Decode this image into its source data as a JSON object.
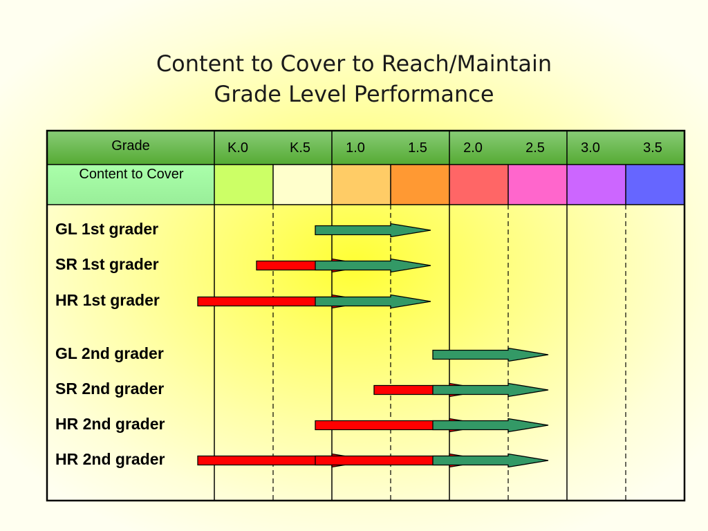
{
  "title": {
    "line1": "Content to Cover to Reach/Maintain",
    "line2": "Grade Level Performance"
  },
  "header": {
    "grade_label": "Grade",
    "content_label": "Content to Cover",
    "grades": [
      "K.0",
      "K.5",
      "1.0",
      "1.5",
      "2.0",
      "2.5",
      "3.0",
      "3.5"
    ],
    "band_colors": [
      "#ccff66",
      "#ffffcc",
      "#ffcc66",
      "#ff9933",
      "#ff6666",
      "#ff66cc",
      "#cc66ff",
      "#6666ff"
    ],
    "grade_header_color": "#66bb44"
  },
  "rows": [
    {
      "label": "GL 1st grader",
      "arrows": [
        {
          "from": "1.0",
          "to": "1.5",
          "color": "green"
        }
      ]
    },
    {
      "label": "SR 1st grader",
      "arrows": [
        {
          "from": "K.5",
          "to": "1.0",
          "color": "red"
        },
        {
          "from": "1.0",
          "to": "1.5",
          "color": "green"
        }
      ]
    },
    {
      "label": "HR 1st grader",
      "arrows": [
        {
          "from": "K.0",
          "to": "1.0",
          "color": "red"
        },
        {
          "from": "1.0",
          "to": "1.5",
          "color": "green"
        }
      ]
    },
    {
      "label": "GL 2nd grader",
      "arrows": [
        {
          "from": "2.0",
          "to": "2.5",
          "color": "green"
        }
      ]
    },
    {
      "label": "SR 2nd grader",
      "arrows": [
        {
          "from": "1.5",
          "to": "2.0",
          "color": "red"
        },
        {
          "from": "2.0",
          "to": "2.5",
          "color": "green"
        }
      ]
    },
    {
      "label": "HR 2nd grader",
      "arrows": [
        {
          "from": "1.0",
          "to": "2.0",
          "color": "red"
        },
        {
          "from": "2.0",
          "to": "2.5",
          "color": "green"
        }
      ]
    },
    {
      "label": "HR 2nd grader",
      "arrows": [
        {
          "from": "K.0",
          "to": "1.0",
          "color": "red"
        },
        {
          "from": "1.0",
          "to": "2.0",
          "color": "red"
        },
        {
          "from": "2.0",
          "to": "2.5",
          "color": "green"
        }
      ]
    }
  ],
  "arrow_colors": {
    "green": "#339966",
    "red": "#ff0000"
  }
}
